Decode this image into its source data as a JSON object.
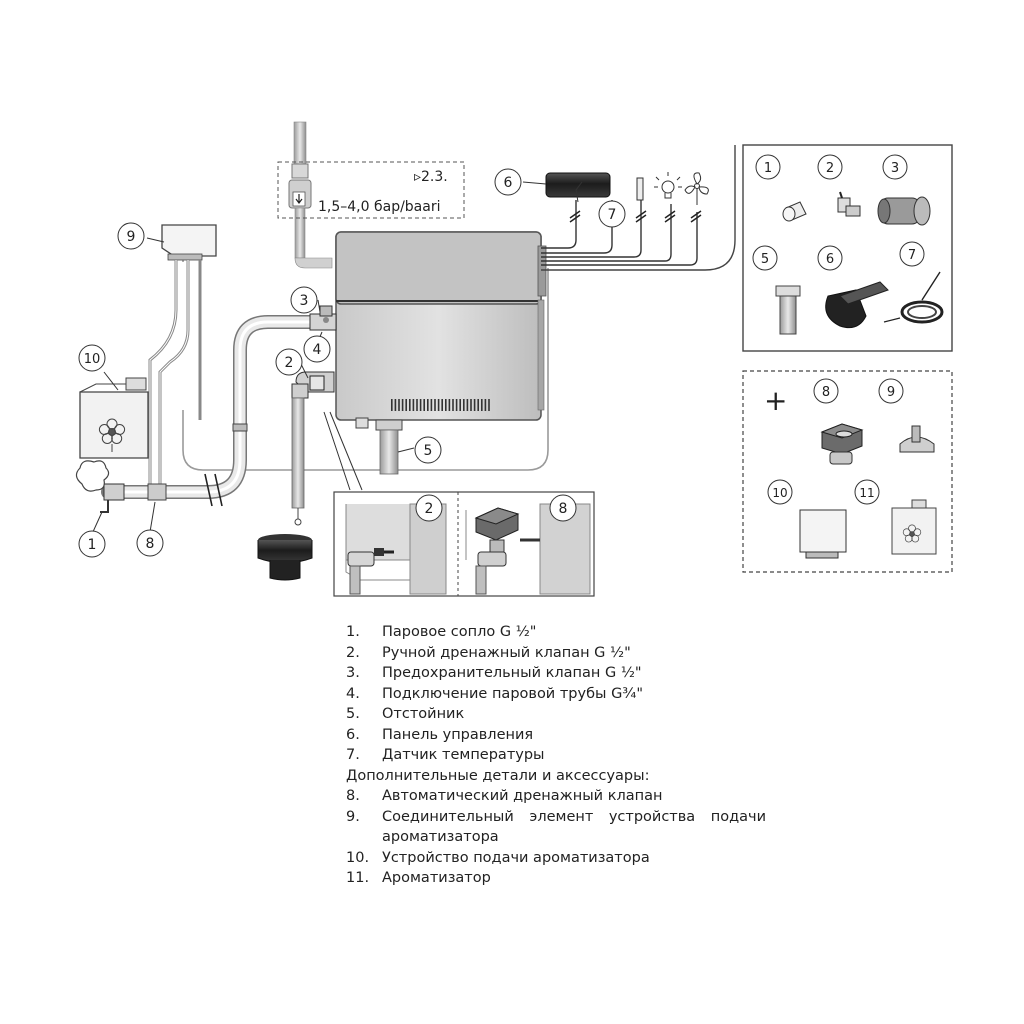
{
  "callouts": {
    "note_ref": "▹2.3.",
    "pressure": "1,5–4,0 бар/baari",
    "main": [
      "1",
      "2",
      "3",
      "4",
      "5",
      "6",
      "7",
      "8",
      "9",
      "10"
    ],
    "inset_a": [
      "2"
    ],
    "inset_b": [
      "8"
    ],
    "box_std": [
      "1",
      "2",
      "3",
      "5",
      "6",
      "7"
    ],
    "box_opt_plus": "+",
    "box_opt": [
      "8",
      "9",
      "10",
      "11"
    ]
  },
  "legend": {
    "items_1": [
      {
        "num": "1.",
        "text": "Паровое сопло G ½\""
      },
      {
        "num": "2.",
        "text": "Ручной дренажный клапан G ½\""
      },
      {
        "num": "3.",
        "text": "Предохранительный клапан G ½\""
      },
      {
        "num": "4.",
        "text": "Подключение паровой трубы G¾\""
      },
      {
        "num": "5.",
        "text": "Отстойник"
      },
      {
        "num": "6.",
        "text": "Панель управления"
      },
      {
        "num": "7.",
        "text": "Датчик температуры"
      }
    ],
    "heading": "Дополнительные детали и аксессуары:",
    "items_2": [
      {
        "num": "8.",
        "text": "Автоматический дренажный клапан"
      },
      {
        "num": "9.",
        "text": "Соединительный элемент устройства подачи ароматизатора"
      },
      {
        "num": "10.",
        "text": "Устройство подачи ароматизатора"
      },
      {
        "num": "11.",
        "text": "Ароматизатор"
      }
    ]
  }
}
